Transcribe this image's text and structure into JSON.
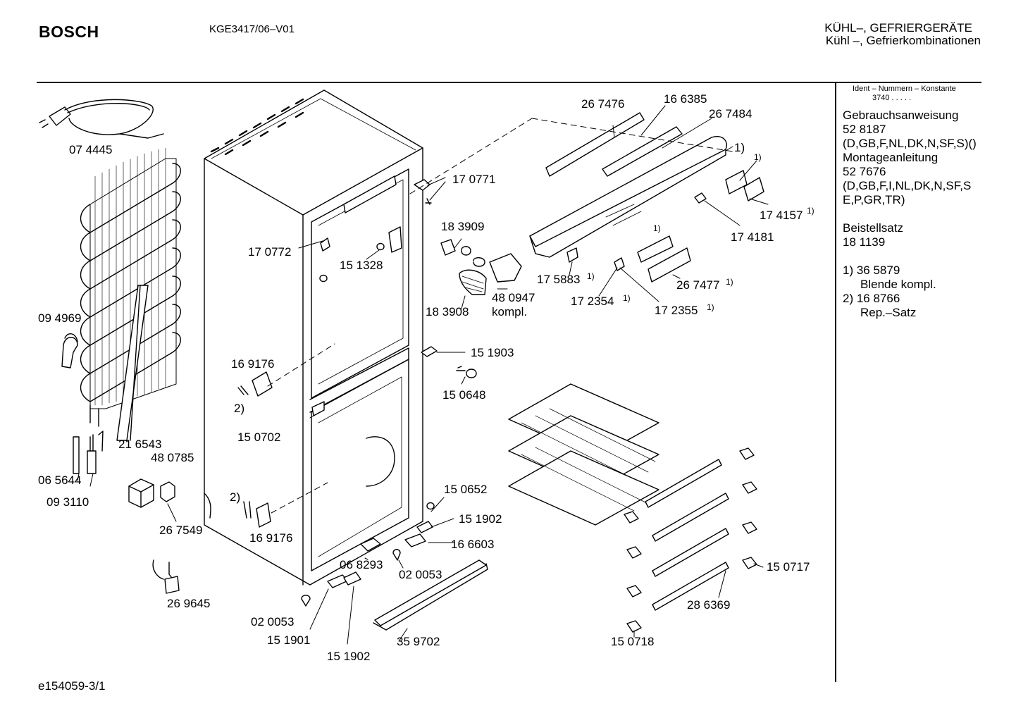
{
  "header": {
    "brand": "BOSCH",
    "model": "KGE3417/06–V01",
    "category_line1": "KÜHL–, GEFRIERGERÄTE",
    "category_line2": "Kühl –, Gefrierkombinationen"
  },
  "sidebar": {
    "ident_heading": "Ident – Nummern – Konstante",
    "ident_value": "3740  .  .  .  .  .",
    "manual_label": "Gebrauchsanweisung",
    "manual_number": "52 8187",
    "manual_langs": "(D,GB,F,NL,DK,N,SF,S)()",
    "mounting_label": "Montageanleitung",
    "mounting_number": "52 7676",
    "mounting_langs_1": "(D,GB,F,I,NL,DK,N,SF,S",
    "mounting_langs_2": "E,P,GR,TR)",
    "accessory_label": "Beistellsatz",
    "accessory_number": "18 1139",
    "note1_line1": "1) 36 5879",
    "note1_line2": "Blende kompl.",
    "note2_line1": "2)  16 8766",
    "note2_line2": "Rep.–Satz"
  },
  "footer": {
    "drawing_id": "e154059-3/1"
  },
  "parts": {
    "p_074445": "07 4445",
    "p_094969": "09 4969",
    "p_216543": "21 6543",
    "p_065644": "06 5644",
    "p_093110": "09 3110",
    "p_480785": "48 0785",
    "p_267549": "26 7549",
    "p_269645": "26 9645",
    "p_170772": "17 0772",
    "p_151328": "15 1328",
    "p_169176_a": "16 9176",
    "fn_2_a": "2)",
    "p_150702": "15 0702",
    "fn_2_b": "2)",
    "p_169176_b": "16 9176",
    "p_020053_a": "02 0053",
    "p_151901": "15 1901",
    "p_151902_a": "15 1902",
    "p_068293": "06 8293",
    "p_020053_b": "02 0053",
    "p_359702": "35 9702",
    "p_170771": "17 0771",
    "p_183909": "18 3909",
    "p_183908": "18 3908",
    "p_480947": "48 0947",
    "kompl": "kompl.",
    "p_151903": "15 1903",
    "p_150648": "15 0648",
    "p_150652": "15 0652",
    "p_151902_b": "15 1902",
    "p_166603": "16 6603",
    "p_267476": "26 7476",
    "p_166385": "16 6385",
    "p_267484": "26 7484",
    "fn_1_a": "1)",
    "fn_1_b": "1)",
    "p_174157": "17 4157",
    "fn_1_c": "1)",
    "p_174181": "17 4181",
    "fn_1_d": "1)",
    "p_175883": "17 5883",
    "fn_1_e": "1)",
    "p_172354": "17 2354",
    "fn_1_f": "1)",
    "p_172355": "17 2355",
    "fn_1_g": "1)",
    "p_267477": "26 7477",
    "fn_1_h": "1)",
    "p_150717": "15 0717",
    "p_286369": "28 6369",
    "p_150718": "15 0718"
  }
}
